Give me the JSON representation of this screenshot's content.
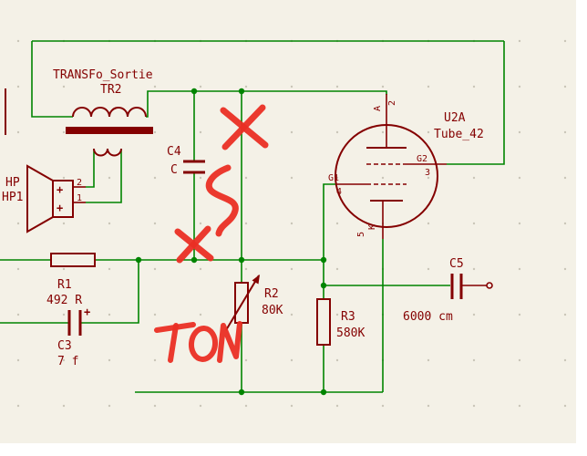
{
  "colors": {
    "background": "#f4f1e7",
    "wire_green": "#008400",
    "symbol_dark_red": "#840000",
    "annotation_red": "#ea2e24",
    "grid_dot": "#c9c5b8"
  },
  "schematic": {
    "transformer": {
      "value": "TRANSFo_Sortie",
      "ref": "TR2"
    },
    "speaker": {
      "name": "HP",
      "ref": "HP1",
      "pin2": "2",
      "pin1": "1",
      "plus_top": "+",
      "plus_bottom": "+"
    },
    "c4": {
      "ref": "C4",
      "value": "C"
    },
    "r1": {
      "ref": "R1",
      "value": "492 R"
    },
    "c3": {
      "ref": "C3",
      "value": "7 f",
      "plus": "+"
    },
    "r2": {
      "ref": "R2",
      "value": "80K"
    },
    "r3": {
      "ref": "R3",
      "value": "580K"
    },
    "c5": {
      "ref": "C5",
      "value": "6000 cm"
    },
    "tube": {
      "ref": "U2A",
      "value": "Tube_42",
      "pin_anode_name": "A",
      "pin_anode_num": "2",
      "pin_g2_name": "G2",
      "pin_g2_num": "3",
      "pin_g1_name": "G1",
      "pin_g1_num": "4",
      "pin_k_name": "K",
      "pin_k_num": "5"
    }
  },
  "annotations": {
    "ton": "TON"
  }
}
